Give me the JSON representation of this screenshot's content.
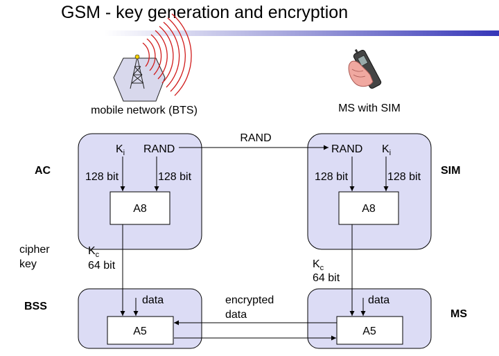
{
  "title": "GSM - key generation and encryption",
  "colors": {
    "region_fill": "#dcdcf5",
    "region_stroke": "#000000",
    "accent": "#3636b8",
    "signal_waves": "#d01a1a",
    "bts_fill": "#d8d8ec"
  },
  "icons": {
    "bts": "bts-tower-icon",
    "phone": "mobile-phone-icon"
  },
  "labels": {
    "network": "mobile network (BTS)",
    "ms_sim": "MS with SIM",
    "ac": "AC",
    "sim": "SIM",
    "bss": "BSS",
    "ms": "MS",
    "cipher_key_line1": "cipher",
    "cipher_key_line2": "key",
    "rand_link": "RAND",
    "encrypted_line1": "encrypted",
    "encrypted_line2": "data"
  },
  "ac": {
    "ki_main": "K",
    "ki_sub": "i",
    "rand": "RAND",
    "bits_left": "128 bit",
    "bits_right": "128 bit",
    "algorithm": "A8"
  },
  "sim": {
    "rand": "RAND",
    "ki_main": "K",
    "ki_sub": "i",
    "bits_left": "128 bit",
    "bits_right": "128 bit",
    "algorithm": "A8"
  },
  "network_kc": {
    "main": "K",
    "sub": "c",
    "bits": "64 bit"
  },
  "ms_kc": {
    "main": "K",
    "sub": "c",
    "bits": "64 bit"
  },
  "bss": {
    "data": "data",
    "algorithm": "A5"
  },
  "ms_box": {
    "data": "data",
    "algorithm": "A5"
  }
}
